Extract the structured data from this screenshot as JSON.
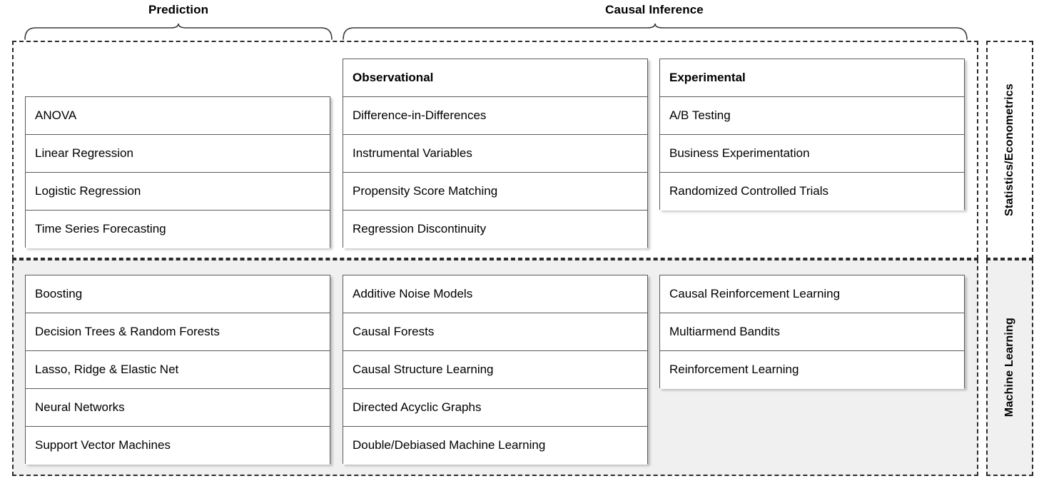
{
  "diagram": {
    "title_top_braces": [
      {
        "label": "Prediction"
      },
      {
        "label": "Causal Inference"
      }
    ],
    "row_labels": [
      {
        "label": "Statistics/Econometrics",
        "background": "#ffffff"
      },
      {
        "label": "Machine Learning",
        "background": "#f0f0f0"
      }
    ],
    "columns": [
      {
        "key": "prediction",
        "header": null
      },
      {
        "key": "observational",
        "header": "Observational"
      },
      {
        "key": "experimental",
        "header": "Experimental"
      }
    ],
    "cells": {
      "stats": {
        "prediction": [
          "ANOVA",
          "Linear Regression",
          "Logistic Regression",
          "Time Series Forecasting"
        ],
        "observational_header": "Observational",
        "observational": [
          "Difference-in-Differences",
          "Instrumental Variables",
          "Propensity Score Matching",
          "Regression Discontinuity"
        ],
        "experimental_header": "Experimental",
        "experimental": [
          "A/B Testing",
          "Business Experimentation",
          "Randomized Controlled Trials"
        ]
      },
      "ml": {
        "prediction": [
          "Boosting",
          "Decision Trees & Random Forests",
          "Lasso, Ridge & Elastic Net",
          "Neural Networks",
          "Support Vector Machines"
        ],
        "observational": [
          "Additive Noise Models",
          "Causal Forests",
          "Causal Structure Learning",
          "Directed Acyclic Graphs",
          "Double/Debiased Machine Learning"
        ],
        "experimental": [
          "Causal Reinforcement Learning",
          "Multiarmend Bandits",
          "Reinforcement Learning"
        ]
      }
    },
    "colors": {
      "border": "#5a5a5a",
      "dashed": "#2b2b2b",
      "ml_background": "#f0f0f0",
      "stats_background": "#ffffff",
      "text": "#000000"
    }
  }
}
